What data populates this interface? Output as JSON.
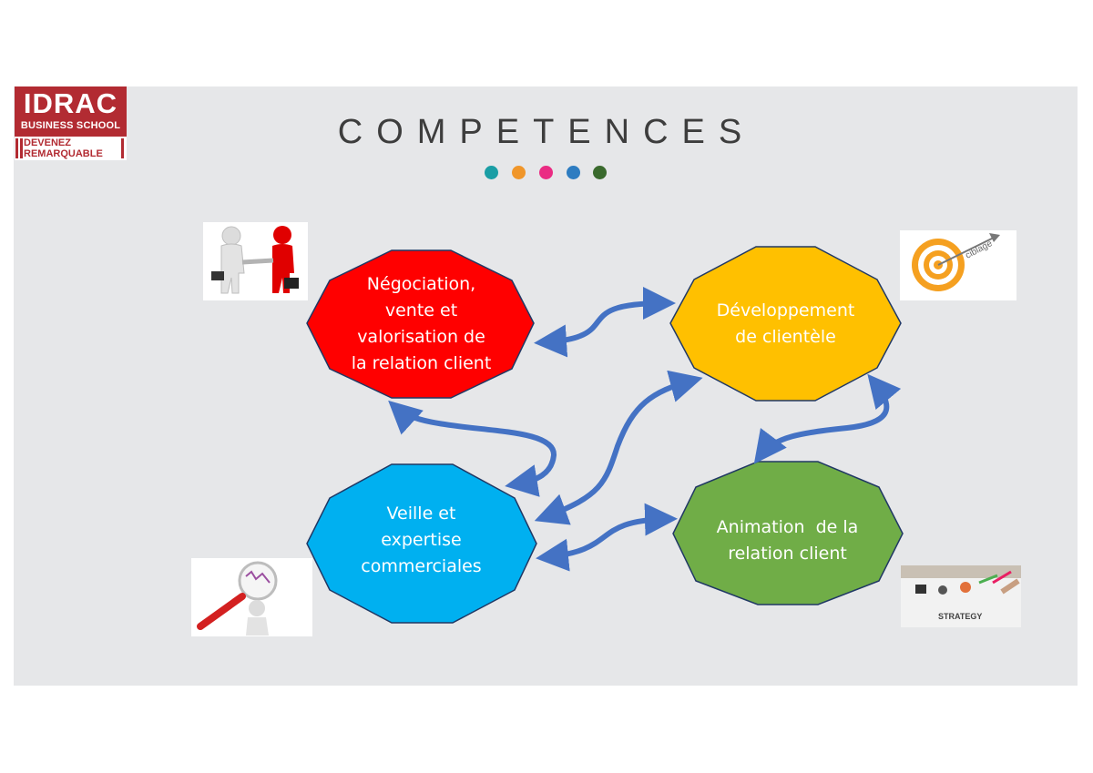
{
  "logo": {
    "name": "IDRAC",
    "school": "BUSINESS SCHOOL",
    "tagline_line1": "DEVENEZ",
    "tagline_line2": "REMARQUABLE"
  },
  "title": "COMPETENCES",
  "dots": [
    "#1a9ea5",
    "#f0962a",
    "#ea2b83",
    "#2d7cc1",
    "#3a6a2d"
  ],
  "colors": {
    "arrow": "#4472c4",
    "node_border": "#203864"
  },
  "nodes": {
    "negociation": {
      "label_lines": [
        "Négociation,",
        "vente et",
        "valorisation de",
        "la relation client"
      ],
      "color": "#ff0000"
    },
    "developpement": {
      "label_lines": [
        "Développement",
        "de clientèle"
      ],
      "color": "#ffc000"
    },
    "veille": {
      "label_lines": [
        "Veille et",
        "expertise",
        "commerciales"
      ],
      "color": "#00b0f0"
    },
    "animation": {
      "label_lines": [
        "Animation  de la",
        "relation client"
      ],
      "color": "#70ad47"
    }
  },
  "images": {
    "target_caption": "ciblage",
    "strategy_caption": "STRATEGY"
  }
}
